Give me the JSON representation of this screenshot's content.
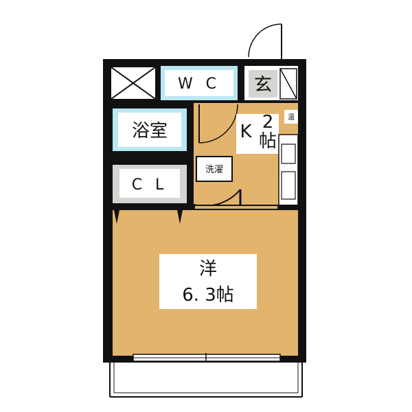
{
  "rooms": {
    "wc": "W C",
    "entrance": "玄",
    "bath": "浴室",
    "kitchen_k": "K",
    "kitchen_size": "2",
    "kitchen_unit": "帖",
    "water_heater": "温",
    "washer": "洗濯",
    "closet": "C L",
    "western_type": "洋",
    "western_size": "6. 3帖"
  },
  "colors": {
    "wall": "#111111",
    "floor": "#e3b46e",
    "wet_area": "#b9e8f4",
    "closet_area": "#d6d4d0",
    "label_box": "#ffffff"
  }
}
